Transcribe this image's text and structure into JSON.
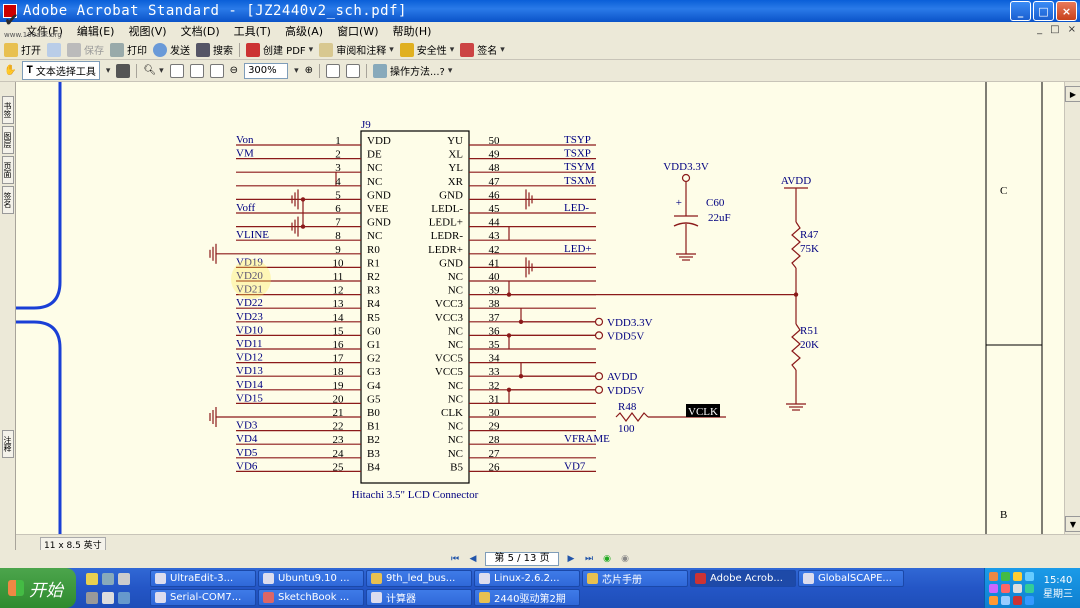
{
  "window": {
    "title": "Adobe Acrobat Standard - [JZ2440v2_sch.pdf]",
    "buttons": {
      "minimize": "_",
      "maximize": "□",
      "close": "×"
    }
  },
  "watermark": {
    "text": "百问网",
    "url": "www.100ask.org"
  },
  "menu": {
    "items": [
      "文件(F)",
      "编辑(E)",
      "视图(V)",
      "文档(D)",
      "工具(T)",
      "高级(A)",
      "窗口(W)",
      "帮助(H)"
    ],
    "doc_controls": [
      "_",
      "□",
      "×"
    ]
  },
  "toolbar1": {
    "open": "打开",
    "save": "保存",
    "print": "打印",
    "send": "发送",
    "search": "搜索",
    "create_pdf": "创建 PDF",
    "review": "审阅和注释",
    "secure": "安全性",
    "sign": "签名"
  },
  "toolbar2": {
    "text_select": "文本选择工具",
    "zoom_value": "300%",
    "how_to": "操作方法...?"
  },
  "left_tabs": [
    "书签",
    "图层",
    "页面",
    "签名",
    "注释"
  ],
  "schematic": {
    "connector_ref": "J9",
    "connector_name": "Hitachi 3.5\" LCD Connector",
    "left_pins": [
      {
        "num": "1",
        "pin": "VDD",
        "net": "Von"
      },
      {
        "num": "2",
        "pin": "DE",
        "net": "VM"
      },
      {
        "num": "3",
        "pin": "NC",
        "net": ""
      },
      {
        "num": "4",
        "pin": "NC",
        "net": ""
      },
      {
        "num": "5",
        "pin": "GND",
        "net": ""
      },
      {
        "num": "6",
        "pin": "VEE",
        "net": "Voff"
      },
      {
        "num": "7",
        "pin": "GND",
        "net": ""
      },
      {
        "num": "8",
        "pin": "NC",
        "net": "VLINE"
      },
      {
        "num": "9",
        "pin": "R0",
        "net": ""
      },
      {
        "num": "10",
        "pin": "R1",
        "net": "VD19"
      },
      {
        "num": "11",
        "pin": "R2",
        "net": "VD20"
      },
      {
        "num": "12",
        "pin": "R3",
        "net": "VD21"
      },
      {
        "num": "13",
        "pin": "R4",
        "net": "VD22"
      },
      {
        "num": "14",
        "pin": "R5",
        "net": "VD23"
      },
      {
        "num": "15",
        "pin": "G0",
        "net": "VD10"
      },
      {
        "num": "16",
        "pin": "G1",
        "net": "VD11"
      },
      {
        "num": "17",
        "pin": "G2",
        "net": "VD12"
      },
      {
        "num": "18",
        "pin": "G3",
        "net": "VD13"
      },
      {
        "num": "19",
        "pin": "G4",
        "net": "VD14"
      },
      {
        "num": "20",
        "pin": "G5",
        "net": "VD15"
      },
      {
        "num": "21",
        "pin": "B0",
        "net": ""
      },
      {
        "num": "22",
        "pin": "B1",
        "net": "VD3"
      },
      {
        "num": "23",
        "pin": "B2",
        "net": "VD4"
      },
      {
        "num": "24",
        "pin": "B3",
        "net": "VD5"
      },
      {
        "num": "25",
        "pin": "B4",
        "net": "VD6"
      }
    ],
    "right_pins": [
      {
        "num": "50",
        "pin": "YU",
        "net": "TSYP"
      },
      {
        "num": "49",
        "pin": "XL",
        "net": "TSXP"
      },
      {
        "num": "48",
        "pin": "YL",
        "net": "TSYM"
      },
      {
        "num": "47",
        "pin": "XR",
        "net": "TSXM"
      },
      {
        "num": "46",
        "pin": "GND",
        "net": ""
      },
      {
        "num": "45",
        "pin": "LEDL-",
        "net": "LED-"
      },
      {
        "num": "44",
        "pin": "LEDL+",
        "net": ""
      },
      {
        "num": "43",
        "pin": "LEDR-",
        "net": ""
      },
      {
        "num": "42",
        "pin": "LEDR+",
        "net": "LED+"
      },
      {
        "num": "41",
        "pin": "GND",
        "net": ""
      },
      {
        "num": "40",
        "pin": "NC",
        "net": ""
      },
      {
        "num": "39",
        "pin": "NC",
        "net": ""
      },
      {
        "num": "38",
        "pin": "VCC3",
        "net": ""
      },
      {
        "num": "37",
        "pin": "VCC3",
        "net": ""
      },
      {
        "num": "36",
        "pin": "NC",
        "net": ""
      },
      {
        "num": "35",
        "pin": "NC",
        "net": ""
      },
      {
        "num": "34",
        "pin": "VCC5",
        "net": ""
      },
      {
        "num": "33",
        "pin": "VCC5",
        "net": ""
      },
      {
        "num": "32",
        "pin": "NC",
        "net": ""
      },
      {
        "num": "31",
        "pin": "NC",
        "net": ""
      },
      {
        "num": "30",
        "pin": "CLK",
        "net": ""
      },
      {
        "num": "29",
        "pin": "NC",
        "net": ""
      },
      {
        "num": "28",
        "pin": "NC",
        "net": "VFRAME"
      },
      {
        "num": "27",
        "pin": "NC",
        "net": ""
      },
      {
        "num": "26",
        "pin": "B5",
        "net": "VD7"
      }
    ],
    "power_ports": [
      "VDD3.3V",
      "VDD5V",
      "AVDD",
      "VDD5V"
    ],
    "c60": {
      "ref": "C60",
      "value": "22uF",
      "rail": "VDD3.3V",
      "plus": "+"
    },
    "r47": {
      "ref": "R47",
      "value": "75K"
    },
    "r51": {
      "ref": "R51",
      "value": "20K"
    },
    "r48": {
      "ref": "R48",
      "value": "100"
    },
    "avdd_top": "AVDD",
    "vclk": "VCLK",
    "border_marks": [
      "C",
      "B"
    ],
    "colors": {
      "wire": "#8b1a1a",
      "ink": "#000080",
      "paper": "#fefde8"
    }
  },
  "status": {
    "page_size": "11 x 8.5 英寸",
    "page_indicator": "第 5 / 13 页"
  },
  "taskbar": {
    "start": "开始",
    "tasks_row1": [
      "UltraEdit-3...",
      "Ubuntu9.10 ...",
      "9th_led_bus...",
      "Linux-2.6.2...",
      "芯片手册",
      "Adobe Acrob...",
      "GlobalSCAPE..."
    ],
    "tasks_row2": [
      "Serial-COM7...",
      "SketchBook ...",
      "计算器",
      "2440驱动第2期"
    ],
    "clock_time": "15:40",
    "clock_day": "星期三"
  }
}
